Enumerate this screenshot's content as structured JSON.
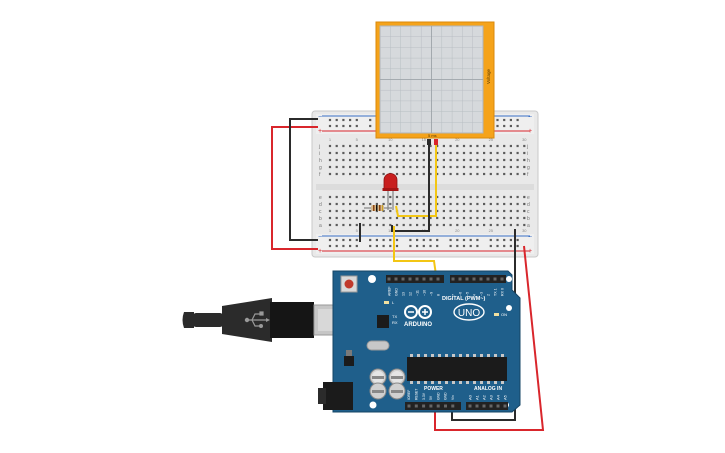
{
  "oscilloscope": {
    "label": "Voltage",
    "time_label": "5 ms",
    "colors": {
      "frame": "#f5a31a",
      "screen": "#d6d9dc",
      "grid": "#b9bec3"
    }
  },
  "breadboard": {
    "row_letters_top": [
      "j",
      "i",
      "h",
      "g",
      "f"
    ],
    "row_letters_bottom": [
      "e",
      "d",
      "c",
      "b",
      "a"
    ],
    "rail_plus": "+",
    "rail_minus": "−",
    "col_numbers": [
      "1",
      "5",
      "10",
      "15",
      "20",
      "25",
      "30"
    ]
  },
  "led": {
    "color": "#c81e1e"
  },
  "arduino": {
    "brand": "ARDUINO",
    "model": "UNO",
    "digital_label": "DIGITAL (PWM~)",
    "power_label": "POWER",
    "analog_label": "ANALOG IN",
    "on_label": "ON",
    "tx_label": "TX",
    "rx_label": "RX",
    "l_label": "L",
    "analog_pins": [
      "A0",
      "A1",
      "A2",
      "A3",
      "A4",
      "A5"
    ],
    "power_pins": [
      "IOREF",
      "RESET",
      "3.3V",
      "5V",
      "GND",
      "GND",
      "Vin"
    ],
    "digital_pins": [
      "AREF",
      "GND",
      "13",
      "12",
      "~11",
      "~10",
      "~9",
      "8",
      "7",
      "~6",
      "~5",
      "4",
      "~3",
      "2",
      "TX 1",
      "RX 0"
    ],
    "colors": {
      "board": "#1f5f8b",
      "header": "#222222"
    }
  },
  "wires": {
    "red": "#d9262c",
    "black": "#2b2b2b",
    "yellow": "#f3c614"
  }
}
